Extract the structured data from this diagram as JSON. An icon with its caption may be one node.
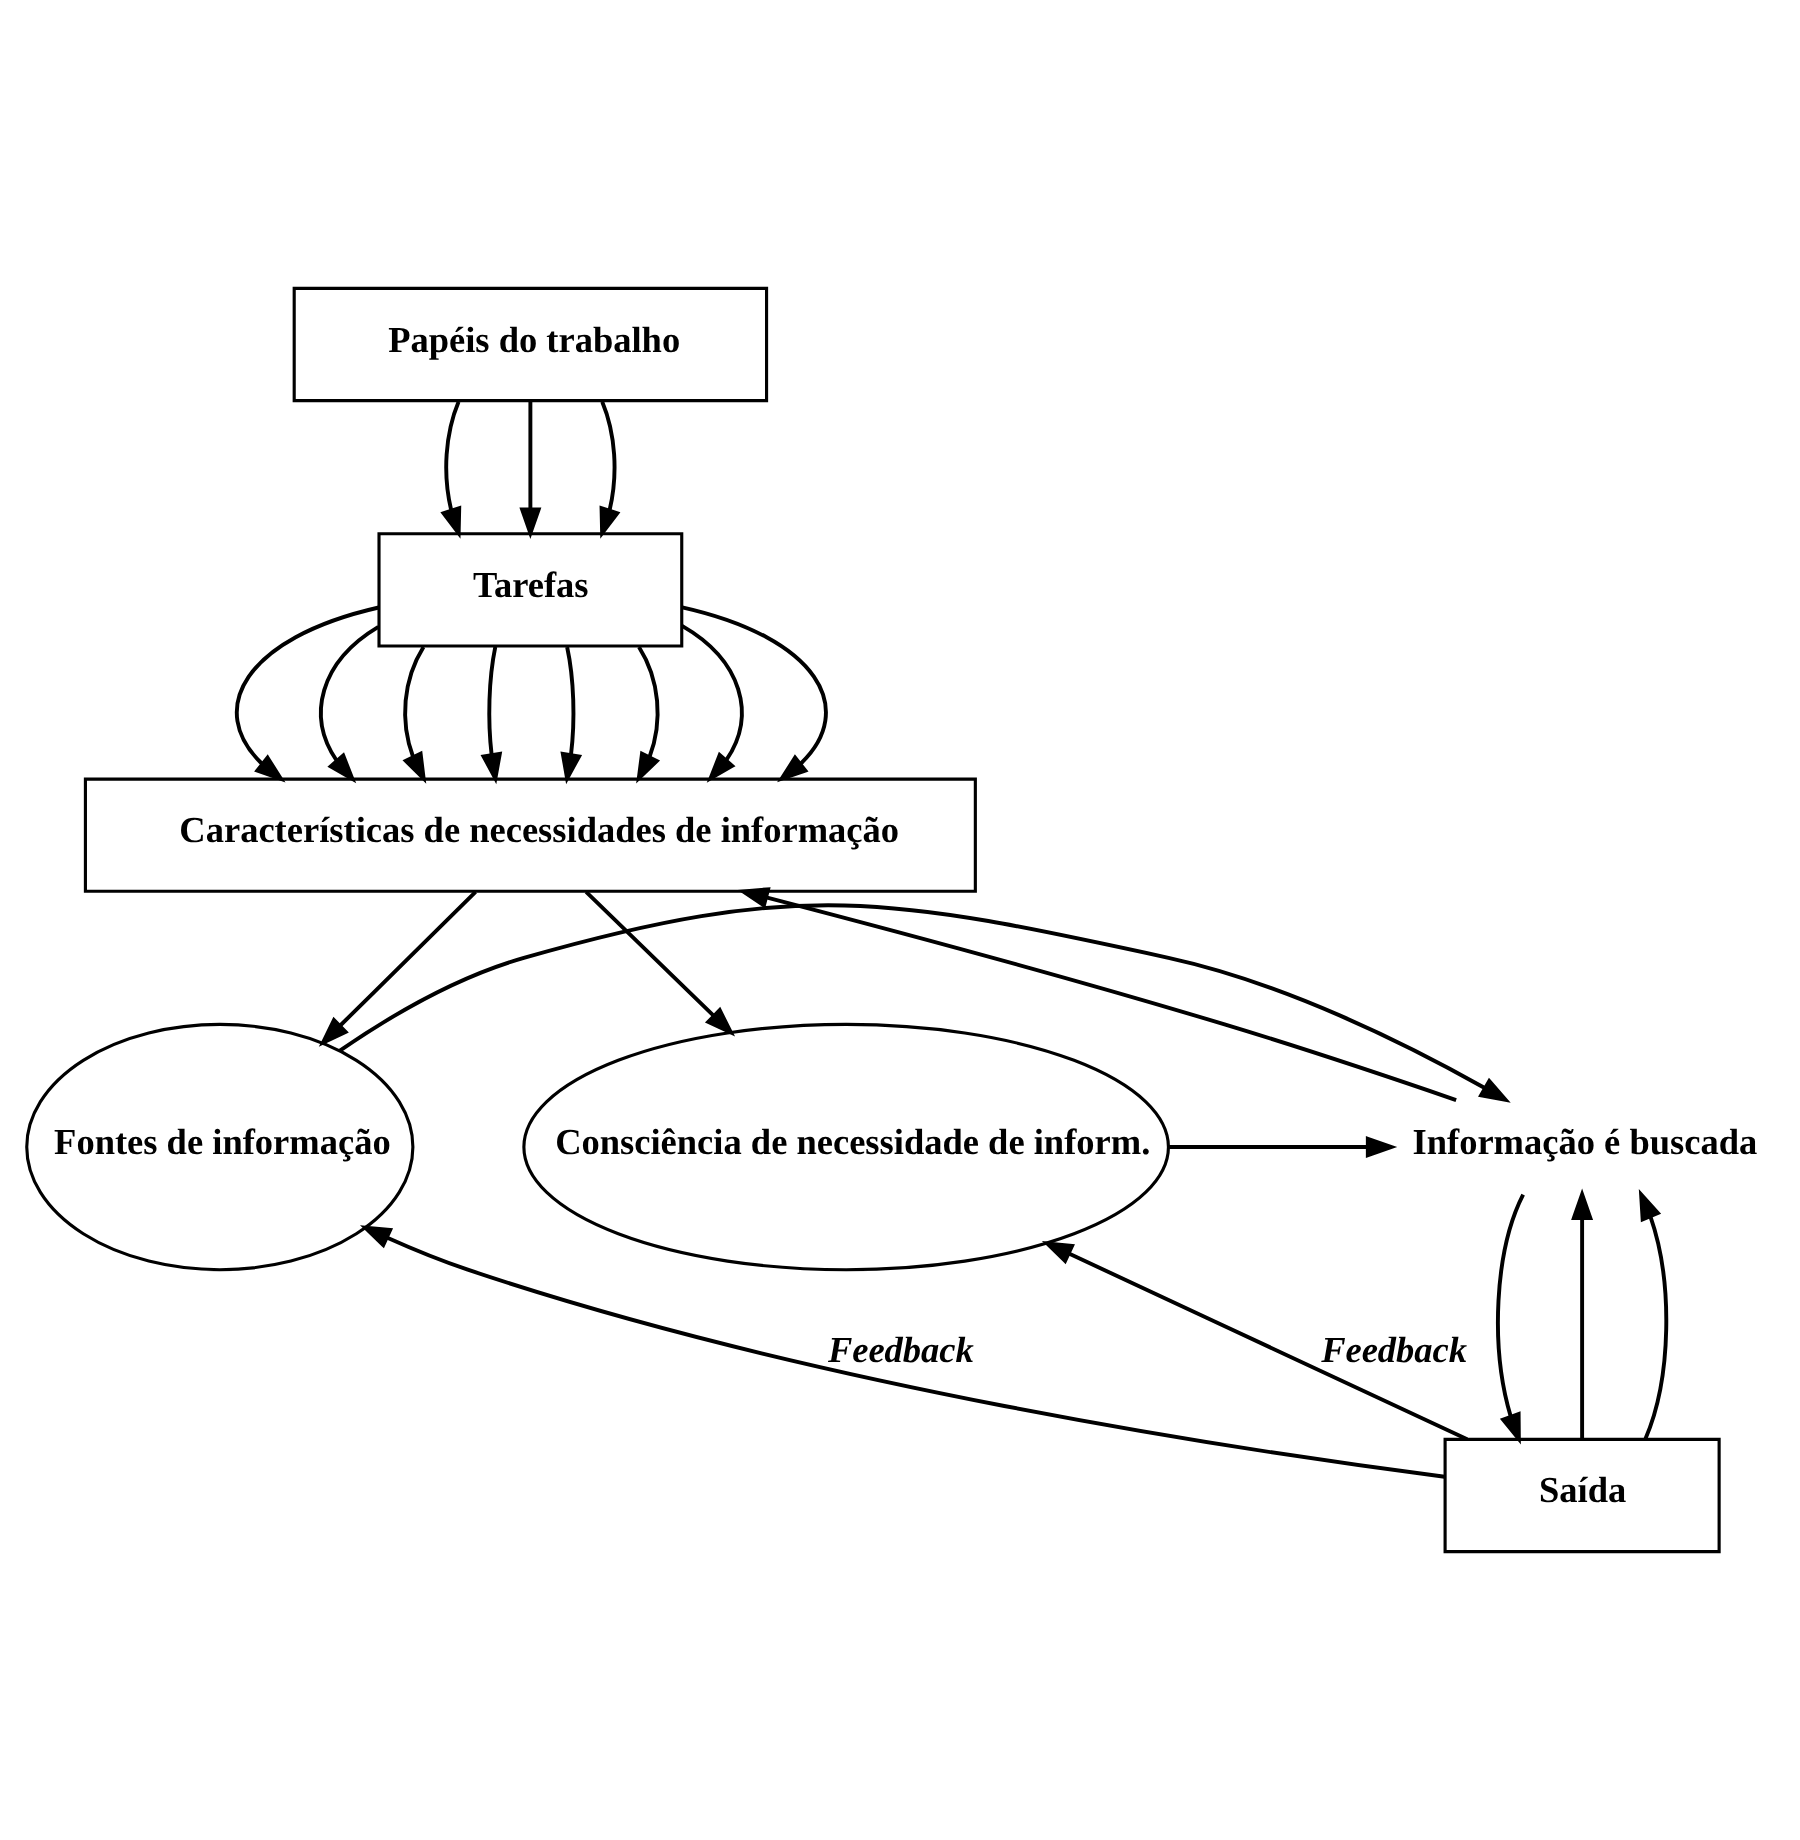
{
  "diagram": {
    "nodes": [
      {
        "text": [
          "Papéis do trabalho"
        ]
      },
      {
        "text": [
          "Tarefas"
        ]
      },
      {
        "text": [
          "Características de necessidades de informação"
        ]
      },
      {
        "text": [
          "Fontes de informação"
        ]
      },
      {
        "text": [
          "Informação é buscada"
        ]
      },
      {
        "text": [
          "Consciência de necessidade de inform."
        ]
      },
      {
        "text": [
          "Saída"
        ]
      }
    ],
    "edges": [
      {
        "from": 0,
        "to": 1,
        "arrow": "to"
      },
      {
        "from": 0,
        "to": 1,
        "arrow": "to"
      },
      {
        "from": 0,
        "to": 1,
        "arrow": "to"
      },
      {
        "from": 1,
        "to": 2,
        "arrow": "to"
      },
      {
        "from": 1,
        "to": 2,
        "arrow": "to"
      },
      {
        "from": 1,
        "to": 2,
        "arrow": "to"
      },
      {
        "from": 1,
        "to": 2,
        "arrow": "to"
      },
      {
        "from": 1,
        "to": 2,
        "arrow": "to"
      },
      {
        "from": 1,
        "to": 2,
        "arrow": "to"
      },
      {
        "from": 1,
        "to": 2,
        "arrow": "to"
      },
      {
        "from": 1,
        "to": 2,
        "arrow": "to"
      },
      {
        "from": 2,
        "to": 3,
        "arrow": "to"
      },
      {
        "from": 2,
        "to": 5,
        "arrow": "to"
      },
      {
        "from": 4,
        "to": 2,
        "arrow": "to"
      },
      {
        "from": 3,
        "to": 4,
        "arrow": "to"
      },
      {
        "from": 5,
        "to": 4,
        "arrow": "to"
      },
      {
        "from": 4,
        "to": 6,
        "arrow": "to"
      },
      {
        "from": 6,
        "to": 3,
        "arrow": "to",
        "label": "Feedback"
      },
      {
        "from": 6,
        "to": 4,
        "arrow": "to"
      },
      {
        "from": 6,
        "to": 4,
        "arrow": "to"
      },
      {
        "from": 6,
        "to": 5,
        "arrow": "to",
        "label": "Feedback"
      }
    ]
  }
}
